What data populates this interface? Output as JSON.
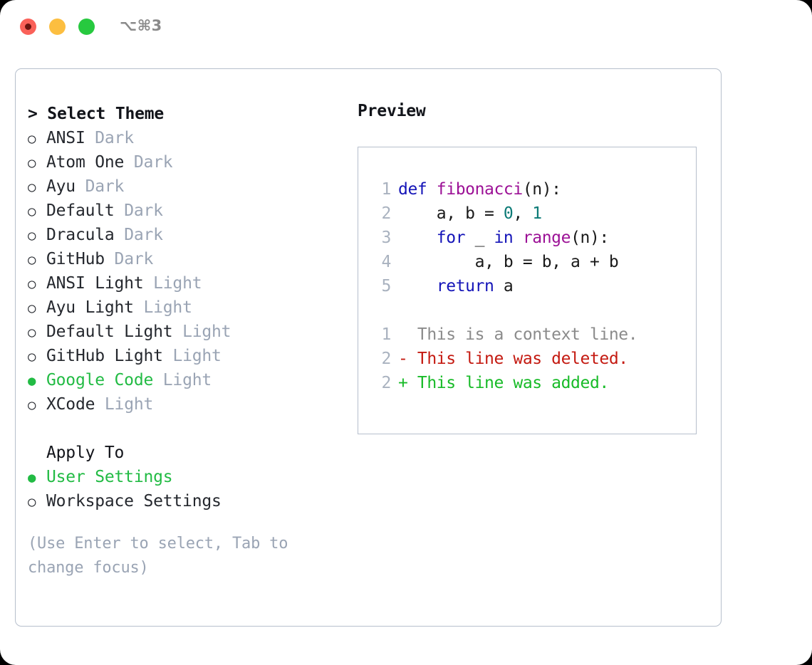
{
  "window": {
    "shortcut_label": "⌥⌘3",
    "traffic_lights": [
      {
        "name": "close",
        "color": "#fa6159"
      },
      {
        "name": "minimize",
        "color": "#fcbe40"
      },
      {
        "name": "maximize",
        "color": "#27c93f"
      }
    ]
  },
  "theme_picker": {
    "header": "> Select Theme",
    "options": [
      {
        "bullet": "○",
        "name": "ANSI",
        "variant": "Dark",
        "selected": false
      },
      {
        "bullet": "○",
        "name": "Atom One",
        "variant": "Dark",
        "selected": false
      },
      {
        "bullet": "○",
        "name": "Ayu",
        "variant": "Dark",
        "selected": false
      },
      {
        "bullet": "○",
        "name": "Default",
        "variant": "Dark",
        "selected": false
      },
      {
        "bullet": "○",
        "name": "Dracula",
        "variant": "Dark",
        "selected": false
      },
      {
        "bullet": "○",
        "name": "GitHub",
        "variant": "Dark",
        "selected": false
      },
      {
        "bullet": "○",
        "name": "ANSI Light",
        "variant": "Light",
        "selected": false
      },
      {
        "bullet": "○",
        "name": "Ayu Light",
        "variant": "Light",
        "selected": false
      },
      {
        "bullet": "○",
        "name": "Default Light",
        "variant": "Light",
        "selected": false
      },
      {
        "bullet": "○",
        "name": "GitHub Light",
        "variant": "Light",
        "selected": false
      },
      {
        "bullet": "●",
        "name": "Google Code",
        "variant": "Light",
        "selected": true
      },
      {
        "bullet": "○",
        "name": "XCode",
        "variant": "Light",
        "selected": false
      }
    ]
  },
  "apply_to": {
    "header": "Apply To",
    "options": [
      {
        "bullet": "●",
        "name": "User Settings",
        "selected": true
      },
      {
        "bullet": "○",
        "name": "Workspace Settings",
        "selected": false
      }
    ]
  },
  "hint": "(Use Enter to select, Tab to change focus)",
  "preview": {
    "title": "Preview",
    "code_lines": [
      {
        "num": "1",
        "tokens": [
          {
            "text": "def ",
            "type": "kw"
          },
          {
            "text": "fibonacci",
            "type": "fn"
          },
          {
            "text": "(n):",
            "type": "def"
          }
        ]
      },
      {
        "num": "2",
        "tokens": [
          {
            "text": "    a, b = ",
            "type": "def"
          },
          {
            "text": "0",
            "type": "num"
          },
          {
            "text": ", ",
            "type": "def"
          },
          {
            "text": "1",
            "type": "num"
          }
        ]
      },
      {
        "num": "3",
        "tokens": [
          {
            "text": "    ",
            "type": "def"
          },
          {
            "text": "for",
            "type": "kw"
          },
          {
            "text": " _ ",
            "type": "def"
          },
          {
            "text": "in",
            "type": "kw"
          },
          {
            "text": " ",
            "type": "def"
          },
          {
            "text": "range",
            "type": "fn"
          },
          {
            "text": "(n):",
            "type": "def"
          }
        ]
      },
      {
        "num": "4",
        "tokens": [
          {
            "text": "        a, b = b, a + b",
            "type": "def"
          }
        ]
      },
      {
        "num": "5",
        "tokens": [
          {
            "text": "    ",
            "type": "def"
          },
          {
            "text": "return",
            "type": "kw"
          },
          {
            "text": " a",
            "type": "def"
          }
        ]
      }
    ],
    "diff_lines": [
      {
        "num": "1",
        "marker": " ",
        "text": "  This is a context line.",
        "type": "ctx"
      },
      {
        "num": "2",
        "marker": "-",
        "text": "- This line was deleted.",
        "type": "del"
      },
      {
        "num": "2",
        "marker": "+",
        "text": "+ This line was added.",
        "type": "add"
      }
    ]
  },
  "colors": {
    "accent_green": "#22bb44",
    "muted": "#9aa4b4",
    "border": "#b6bfcc",
    "keyword": "#1414b8",
    "function": "#9c1196",
    "number": "#0b7a76",
    "diff_delete": "#c41a11",
    "diff_add": "#18bb28",
    "diff_context": "#8b8b8b",
    "line_number": "#a9b2bf"
  }
}
